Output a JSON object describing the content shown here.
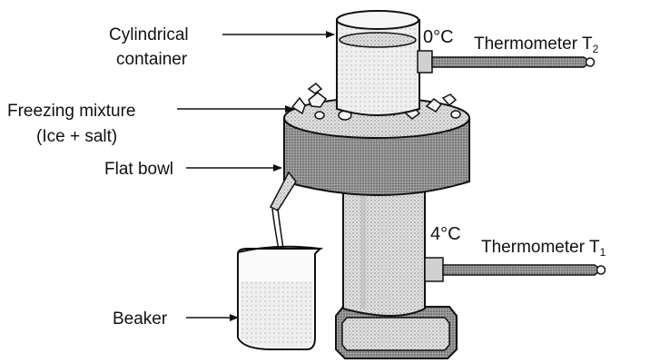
{
  "labels": {
    "cylindrical_container_line1": "Cylindrical",
    "cylindrical_container_line2": "container",
    "freezing_mixture_line1": "Freezing mixture",
    "freezing_mixture_line2": "(Ice + salt)",
    "flat_bowl": "Flat bowl",
    "beaker": "Beaker",
    "thermometer_t2_name": "Thermometer T",
    "thermometer_t2_sub": "2",
    "thermometer_t1_name": "Thermometer T",
    "thermometer_t1_sub": "1",
    "temp_top": "0°C",
    "temp_bottom": "4°C"
  },
  "colors": {
    "ink": "#111111",
    "shade": "#8c8c8c",
    "light_shade": "#d6d6d6",
    "glass": "#ececec"
  }
}
